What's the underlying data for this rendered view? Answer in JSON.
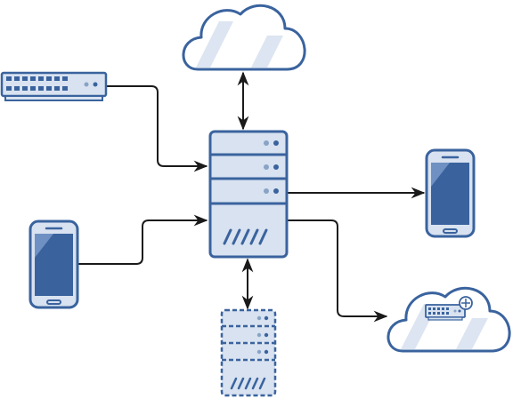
{
  "diagram": {
    "type": "network-topology",
    "nodes": [
      {
        "id": "cloud-top",
        "icon": "cloud-icon"
      },
      {
        "id": "switch",
        "icon": "network-switch-icon"
      },
      {
        "id": "server-main",
        "icon": "server-icon"
      },
      {
        "id": "phone-left",
        "icon": "smartphone-icon"
      },
      {
        "id": "phone-right",
        "icon": "smartphone-icon"
      },
      {
        "id": "server-virtual",
        "icon": "virtual-server-icon"
      },
      {
        "id": "cloud-switch",
        "icon": "cloud-switch-icon"
      }
    ],
    "edges": [
      {
        "from": "cloud-top",
        "to": "server-main",
        "direction": "both"
      },
      {
        "from": "switch",
        "to": "server-main",
        "direction": "forward"
      },
      {
        "from": "phone-left",
        "to": "server-main",
        "direction": "forward"
      },
      {
        "from": "server-main",
        "to": "phone-right",
        "direction": "forward"
      },
      {
        "from": "server-main",
        "to": "cloud-switch",
        "direction": "forward"
      },
      {
        "from": "server-main",
        "to": "server-virtual",
        "direction": "both"
      }
    ],
    "colors": {
      "stroke": "#3a639e",
      "fill_light": "#d8e2f0",
      "screen": "#3a639e",
      "connector": "#1a1a1a",
      "background": "#ffffff"
    }
  }
}
